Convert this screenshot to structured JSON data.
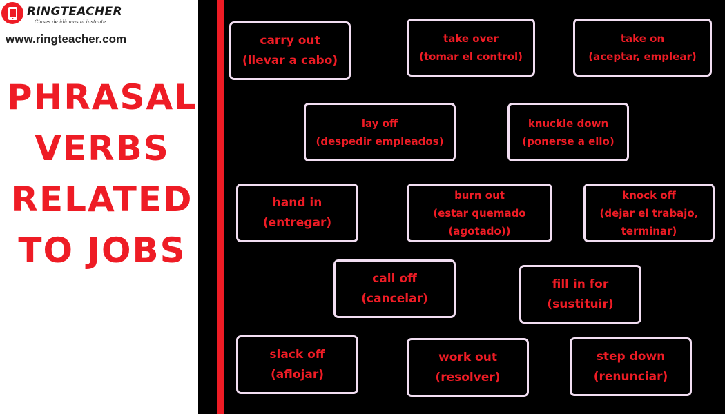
{
  "brand": {
    "name": "RINGTEACHER",
    "tagline": "Clases de idiomas al instante",
    "url": "www.ringteacher.com"
  },
  "title": [
    "PHRASAL",
    "VERBS",
    "RELATED",
    "TO JOBS"
  ],
  "colors": {
    "accent": "#ee1c25",
    "board": "#000000",
    "card_border": "#f2def2"
  },
  "cards": [
    {
      "term": "carry out",
      "meaning": "(llevar a cabo)"
    },
    {
      "term": "take over",
      "meaning": "(tomar el control)"
    },
    {
      "term": "take on",
      "meaning": "(aceptar, emplear)"
    },
    {
      "term": "lay off",
      "meaning": "(despedir empleados)"
    },
    {
      "term": "knuckle down",
      "meaning": "(ponerse a ello)"
    },
    {
      "term": "hand in",
      "meaning": "(entregar)"
    },
    {
      "term": "burn out",
      "meaning": "(estar quemado",
      "meaning2": "(agotado))"
    },
    {
      "term": "knock off",
      "meaning": "(dejar el trabajo,",
      "meaning2": "terminar)"
    },
    {
      "term": "call off",
      "meaning": "(cancelar)"
    },
    {
      "term": "fill in for",
      "meaning": "(sustituir)"
    },
    {
      "term": "slack off",
      "meaning": "(aflojar)"
    },
    {
      "term": "work out",
      "meaning": "(resolver)"
    },
    {
      "term": "step down",
      "meaning": "(renunciar)"
    }
  ]
}
